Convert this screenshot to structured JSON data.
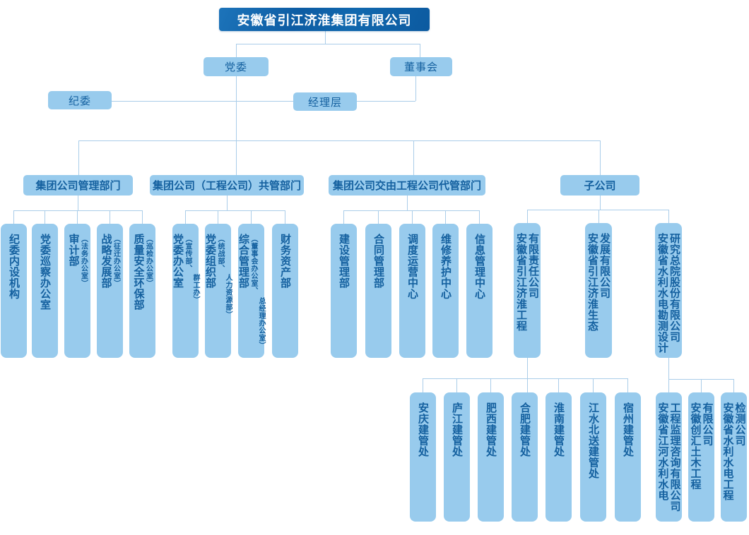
{
  "root": {
    "label": "安徽省引江济淮集团有限公司"
  },
  "level2": {
    "party_committee": "党委",
    "board": "董事会"
  },
  "level3": {
    "discipline_committee": "纪委",
    "management": "经理层"
  },
  "groups": [
    {
      "label": "集团公司管理部门",
      "children": [
        {
          "main": "纪委内设机构"
        },
        {
          "main": "党委巡察办公室"
        },
        {
          "main": "审计部",
          "sub_lines": [
            "（法务办公室）"
          ]
        },
        {
          "main": "战略发展部",
          "sub_lines": [
            "（征迁办公室）"
          ]
        },
        {
          "main": "质量安全环保部",
          "sub_lines": [
            "（巡检办公室）"
          ]
        }
      ]
    },
    {
      "label": "集团公司（工程公司）共管部门",
      "children": [
        {
          "main": "党委办公室",
          "sub_lines": [
            "（宣传部、",
            "群工办）"
          ]
        },
        {
          "main": "党委组织部",
          "sub_lines": [
            "（统战部、",
            "人力资源部）"
          ]
        },
        {
          "main": "综合管理部",
          "sub_lines": [
            "（董事会办公室、",
            "总经理办公室）"
          ]
        },
        {
          "main": "财务资产部"
        }
      ]
    },
    {
      "label": "集团公司交由工程公司代管部门",
      "children": [
        {
          "main": "建设管理部"
        },
        {
          "main": "合同管理部"
        },
        {
          "main": "调度运营中心"
        },
        {
          "main": "维修养护中心"
        },
        {
          "main": "信息管理中心"
        }
      ]
    },
    {
      "label": "子公司",
      "children": [
        {
          "lines": [
            "安徽省引江济淮工程",
            "有限责任公司"
          ]
        },
        {
          "lines": [
            "安徽省引江济淮生态",
            "发展有限公司"
          ]
        },
        {
          "lines": [
            "安徽省水利水电勘测设计",
            "研究总院股份有限公司"
          ]
        }
      ]
    }
  ],
  "branch_offices": [
    {
      "label": "安庆建管处"
    },
    {
      "label": "庐江建管处"
    },
    {
      "label": "肥西建管处"
    },
    {
      "label": "合肥建管处"
    },
    {
      "label": "淮南建管处"
    },
    {
      "label": "江水北送建管处"
    },
    {
      "label": "宿州建管处"
    }
  ],
  "institute_subsidiaries": [
    {
      "lines": [
        "安徽省江河水利水电",
        "工程监理咨询有限公司"
      ]
    },
    {
      "lines": [
        "安徽创汇土木工程",
        "有限公司"
      ]
    },
    {
      "lines": [
        "安徽省水利水电工程",
        "检测公司"
      ]
    }
  ],
  "colors": {
    "root_box": "#0e63a8",
    "node_fill": "#98cbed",
    "node_text": "#14609f",
    "line": "#aacde9"
  }
}
